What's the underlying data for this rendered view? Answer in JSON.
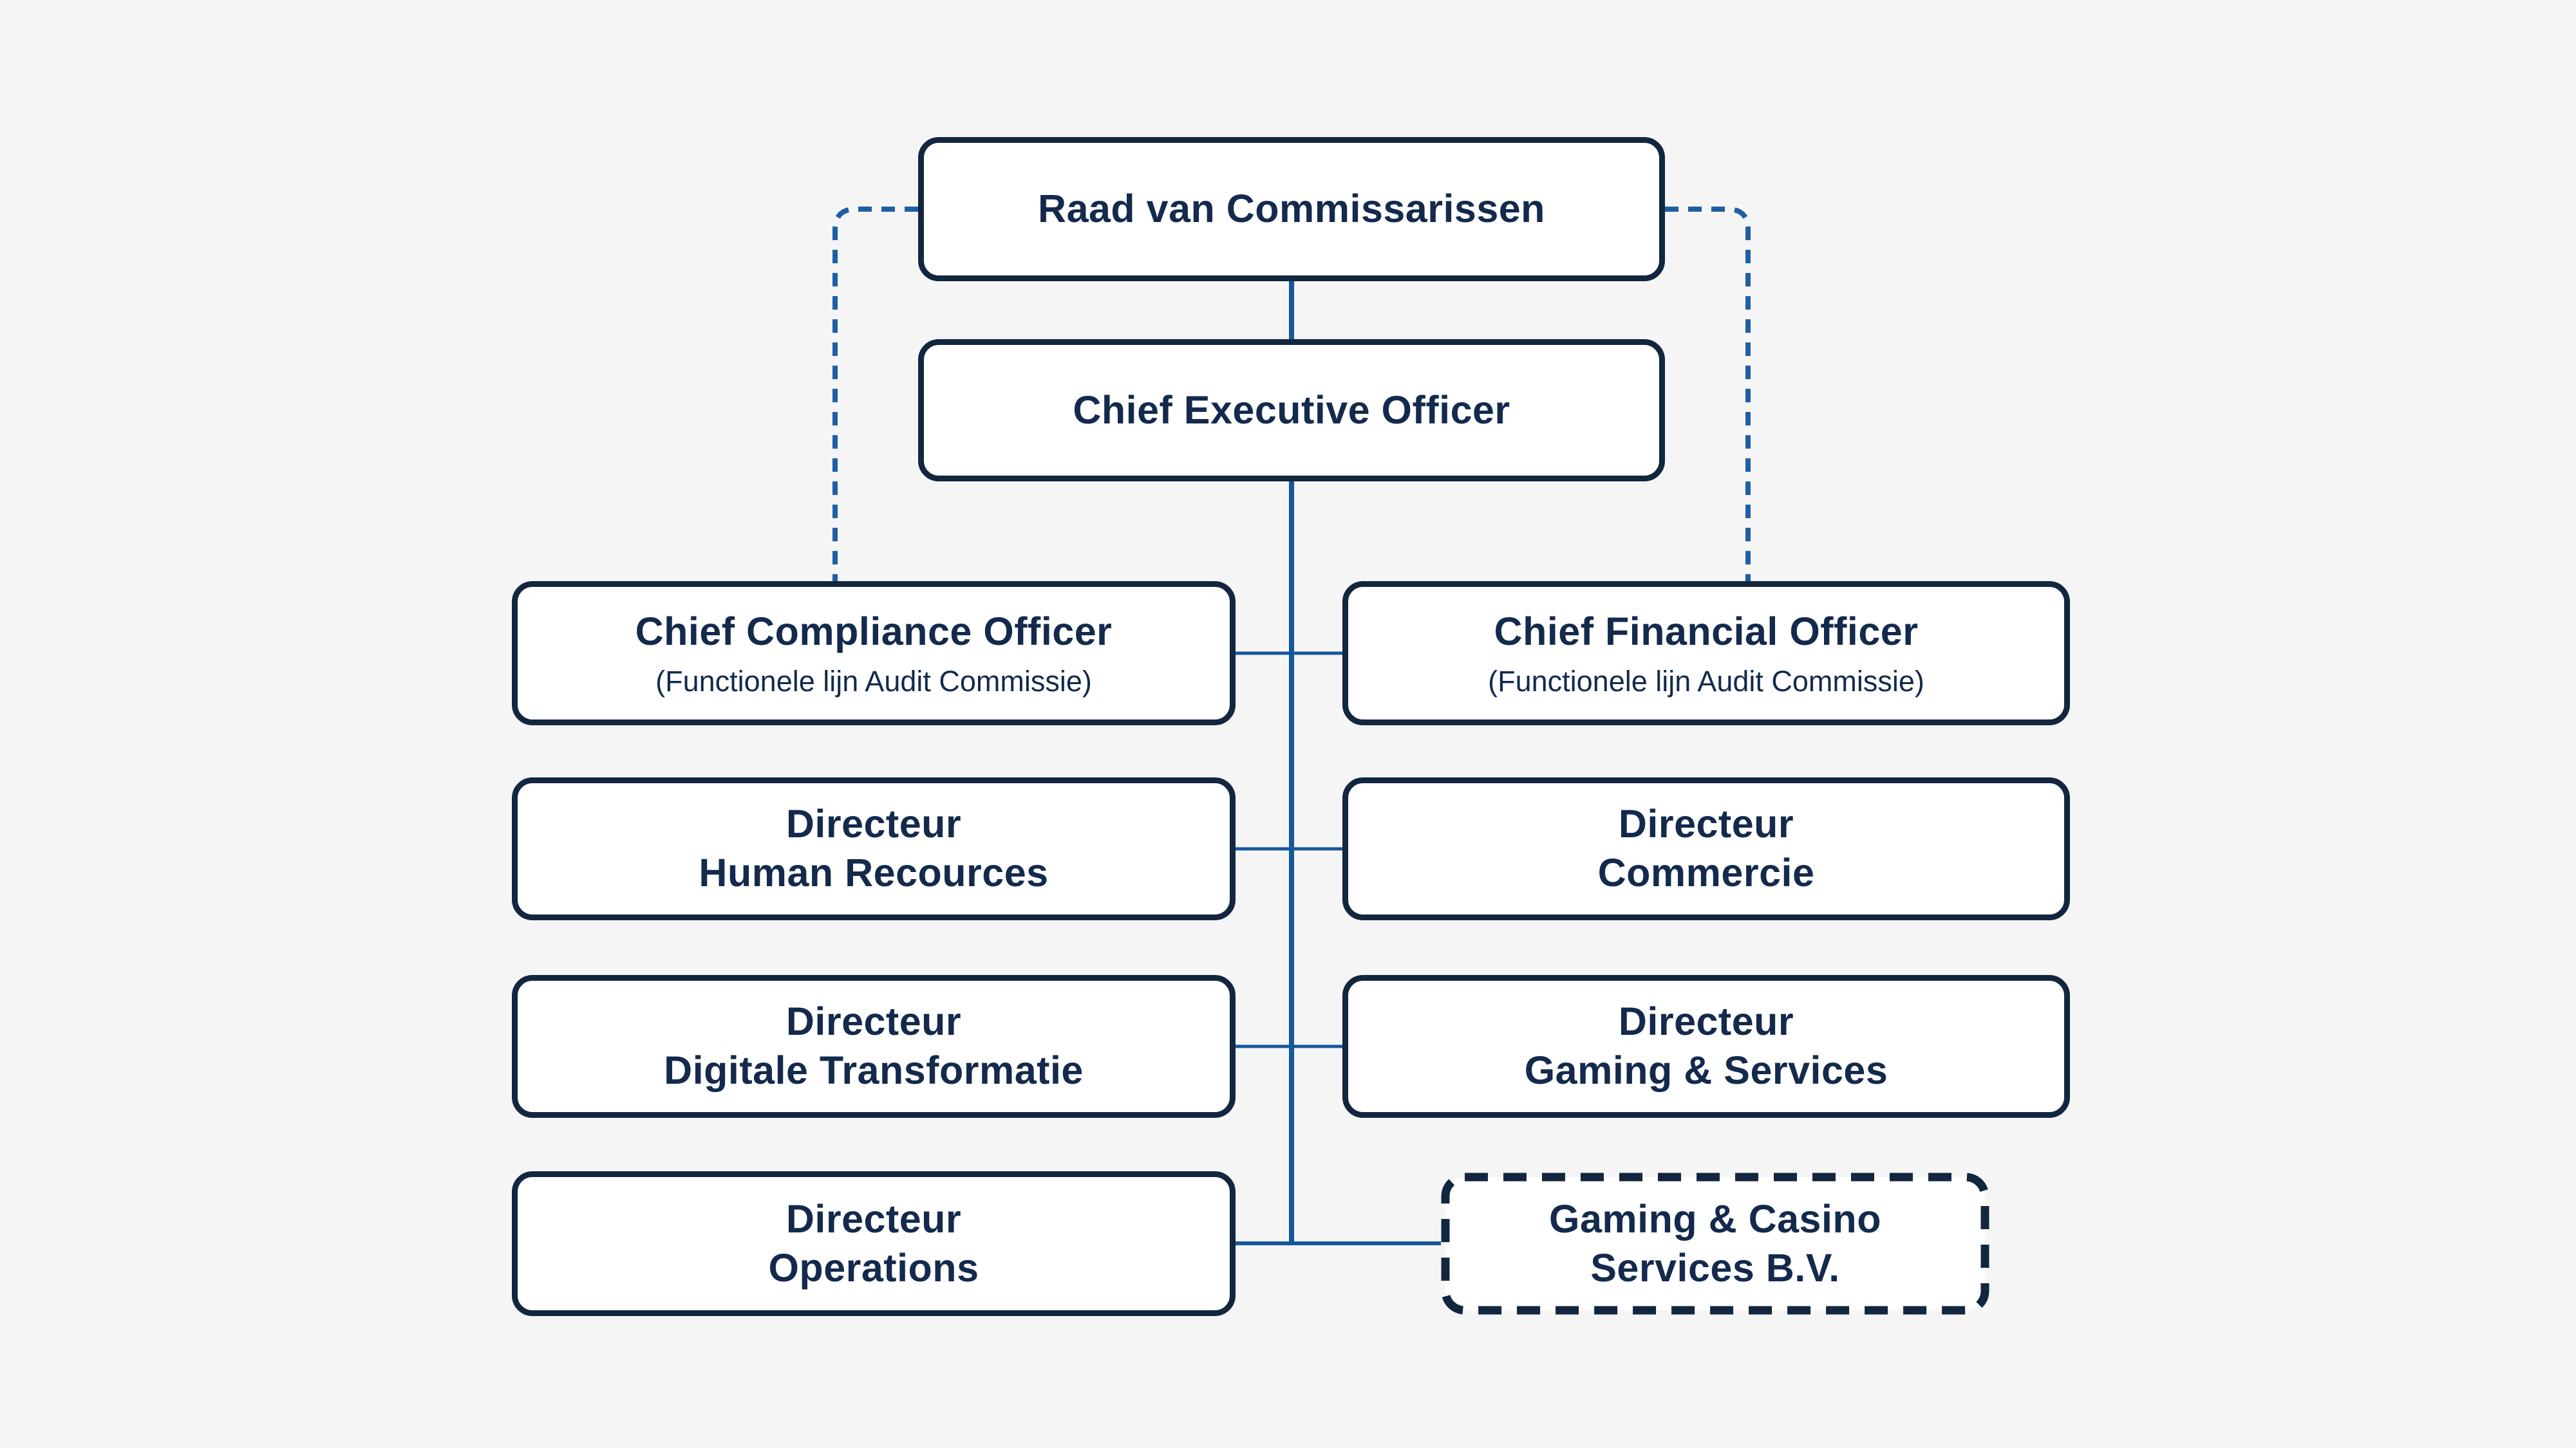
{
  "colors": {
    "background": "#f5f5f6",
    "box-fill": "#ffffff",
    "box-border": "#13263f",
    "text": "#132a4d",
    "connector": "#15579b",
    "dashed-connector": "#1d5fa4"
  },
  "org_chart": {
    "nodes": {
      "raad": {
        "title": "Raad van Commissarissen"
      },
      "ceo": {
        "title": "Chief Executive Officer"
      },
      "cco": {
        "title": "Chief Compliance Officer",
        "subtitle": "(Functionele lijn Audit Commissie)"
      },
      "cfo": {
        "title": "Chief Financial Officer",
        "subtitle": "(Functionele lijn Audit Commissie)"
      },
      "dhr": {
        "title_line1": "Directeur",
        "title_line2": "Human Recources"
      },
      "dcommercie": {
        "title_line1": "Directeur",
        "title_line2": "Commercie"
      },
      "ddt": {
        "title_line1": "Directeur",
        "title_line2": "Digitale Transformatie"
      },
      "dgs": {
        "title_line1": "Directeur",
        "title_line2": "Gaming & Services"
      },
      "doperations": {
        "title_line1": "Directeur",
        "title_line2": "Operations"
      },
      "gcs": {
        "title_line1": "Gaming & Casino",
        "title_line2": "Services B.V."
      }
    },
    "edges": {
      "solid": "reporting line",
      "dashed": "functional line"
    }
  }
}
